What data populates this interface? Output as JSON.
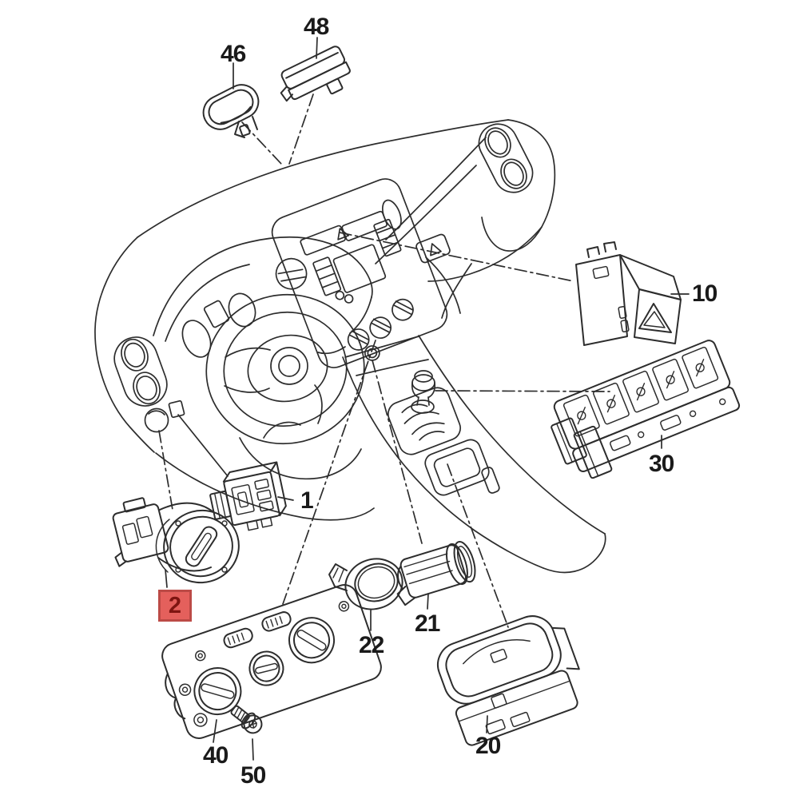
{
  "diagram": {
    "background": "#ffffff",
    "ink": "#2d2d2d",
    "highlight": {
      "bg": "#e4605c",
      "border": "#bc4a46",
      "text": "#7e1511"
    },
    "parts": [
      {
        "label": "46",
        "depicts": "oval-blanking-cap",
        "highlighted": false
      },
      {
        "label": "48",
        "depicts": "rectangular-blanking-plug",
        "highlighted": false
      },
      {
        "label": "10",
        "depicts": "hazard-warning-switch",
        "highlighted": false
      },
      {
        "label": "30",
        "depicts": "console-switch-panel",
        "highlighted": false
      },
      {
        "label": "1",
        "depicts": "dash-switch-module",
        "highlighted": false
      },
      {
        "label": "2",
        "depicts": "headlight-switch",
        "highlighted": true
      },
      {
        "label": "22",
        "depicts": "round-grommet-cap",
        "highlighted": false
      },
      {
        "label": "21",
        "depicts": "cigarette-lighter-element",
        "highlighted": false
      },
      {
        "label": "20",
        "depicts": "storage-compartment",
        "highlighted": false
      },
      {
        "label": "40",
        "depicts": "climate-control-panel",
        "highlighted": false
      },
      {
        "label": "50",
        "depicts": "screw",
        "highlighted": false
      }
    ]
  }
}
